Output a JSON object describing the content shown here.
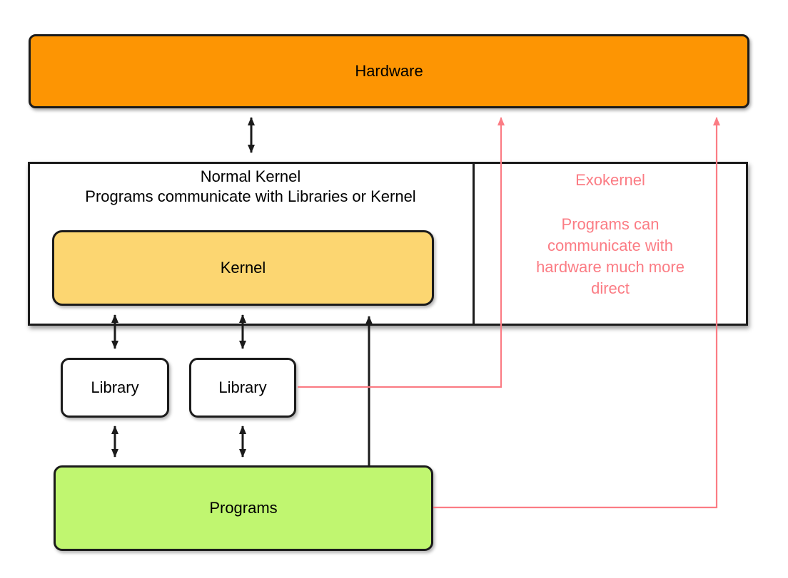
{
  "colors": {
    "orange": "#fd9503",
    "kernel_yellow": "#fcd671",
    "programs_green": "#c0f670",
    "pink": "#fb7c84",
    "line_black": "#1b1b1b"
  },
  "hardware": {
    "label": "Hardware"
  },
  "normal_kernel": {
    "title": "Normal Kernel",
    "subtitle": "Programs communicate with Libraries or Kernel",
    "kernel_label": "Kernel"
  },
  "exokernel": {
    "title": "Exokernel",
    "lines": [
      "Programs can",
      "communicate with",
      "hardware much more",
      "direct"
    ]
  },
  "libraries": [
    {
      "label": "Library"
    },
    {
      "label": "Library"
    }
  ],
  "programs": {
    "label": "Programs"
  }
}
